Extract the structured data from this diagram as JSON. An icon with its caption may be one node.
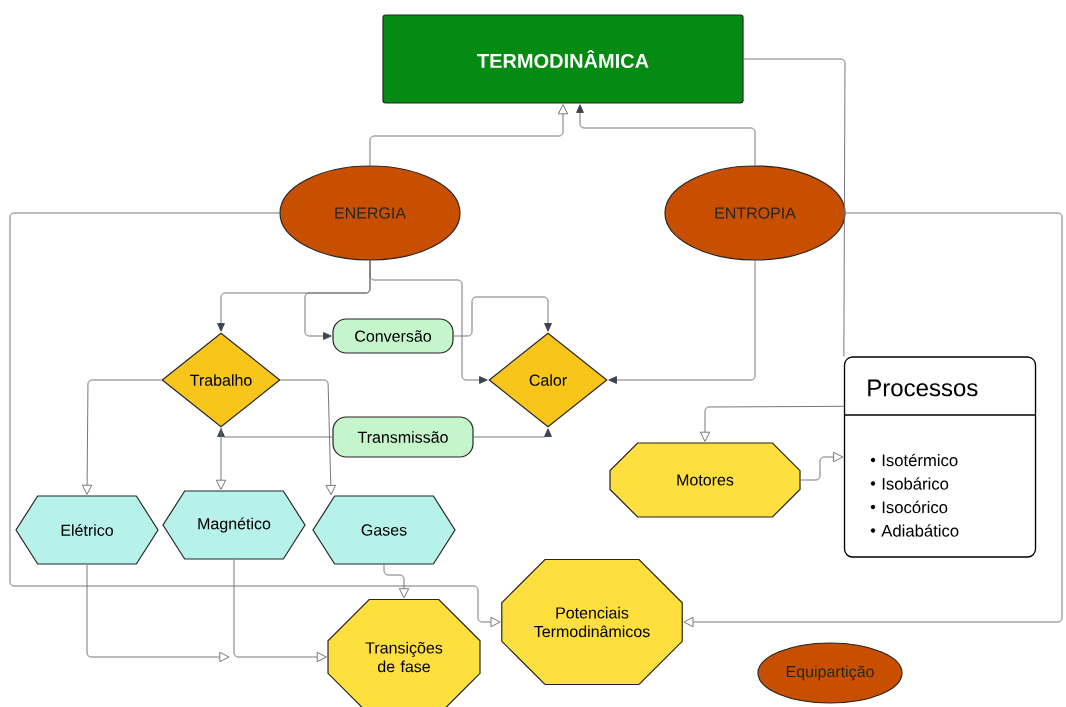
{
  "diagram": {
    "nodes": [
      {
        "text": [
          "TERMODINÂMICA"
        ]
      },
      {
        "text": [
          "ENERGIA"
        ]
      },
      {
        "text": [
          "ENTROPIA"
        ]
      },
      {
        "text": [
          "Conversão"
        ]
      },
      {
        "text": [
          "Trabalho"
        ]
      },
      {
        "text": [
          "Calor"
        ]
      },
      {
        "text": [
          "Transmissão"
        ]
      },
      {
        "text": [
          "Processos",
          "Isotérmico",
          "Isobárico",
          "Isocórico",
          "Adiabático"
        ]
      },
      {
        "text": [
          "Motores"
        ]
      },
      {
        "text": [
          "Elétrico"
        ]
      },
      {
        "text": [
          "Magnético"
        ]
      },
      {
        "text": [
          "Gases"
        ]
      },
      {
        "text": [
          "Transições de fase"
        ]
      },
      {
        "text": [
          "Potenciais Termodinâmicos"
        ]
      },
      {
        "text": [
          "Equipartição"
        ]
      }
    ],
    "edges": [
      {
        "from": 1,
        "to": 0,
        "arrow": "to"
      },
      {
        "from": 2,
        "to": 0,
        "arrow": "to"
      },
      {
        "from": 0,
        "to": 7,
        "arrow": "none"
      },
      {
        "from": 1,
        "to": 13,
        "arrow": "to"
      },
      {
        "from": 2,
        "to": 13,
        "arrow": "to"
      },
      {
        "from": 1,
        "to": 4,
        "arrow": "to"
      },
      {
        "from": 1,
        "to": 3,
        "arrow": "to"
      },
      {
        "from": 1,
        "to": 5,
        "arrow": "to"
      },
      {
        "from": 3,
        "to": 5,
        "arrow": "to"
      },
      {
        "from": 2,
        "to": 5,
        "arrow": "to"
      },
      {
        "from": 6,
        "to": 4,
        "arrow": "to"
      },
      {
        "from": 6,
        "to": 5,
        "arrow": "to"
      },
      {
        "from": 4,
        "to": 9,
        "arrow": "to"
      },
      {
        "from": 4,
        "to": 10,
        "arrow": "to"
      },
      {
        "from": 4,
        "to": 11,
        "arrow": "to"
      },
      {
        "from": 11,
        "to": 12,
        "arrow": "to"
      },
      {
        "from": 9,
        "to": null,
        "arrow": "to"
      },
      {
        "from": 10,
        "to": 12,
        "arrow": "to"
      },
      {
        "from": 7,
        "to": 8,
        "arrow": "to"
      },
      {
        "from": 8,
        "to": 7,
        "arrow": "to"
      }
    ]
  }
}
